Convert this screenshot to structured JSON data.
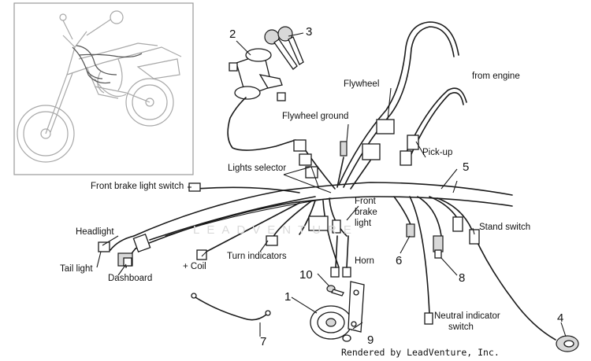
{
  "labels": {
    "flywheel": "Flywheel",
    "from_engine": "from engine",
    "flywheel_ground": "Flywheel ground",
    "pick_up": "Pick-up",
    "lights_selector": "Lights selector",
    "front_brake_light_switch": "Front brake light switch",
    "front_brake_light_1": "Front",
    "front_brake_light_2": "brake",
    "front_brake_light_3": "light",
    "headlight": "Headlight",
    "stand_switch": "Stand switch",
    "coil": "+ Coil",
    "turn_indicators": "Turn indicators",
    "horn": "Horn",
    "tail_light": "Tail light",
    "dashboard": "Dashboard",
    "neutral_indicator_1": "Neutral indicator",
    "neutral_indicator_2": "switch"
  },
  "callouts": {
    "n1": "1",
    "n2": "2",
    "n3": "3",
    "n4": "4",
    "n5": "5",
    "n6": "6",
    "n7": "7",
    "n8": "8",
    "n9": "9",
    "n10": "10"
  },
  "watermark": "LEADVENTURE",
  "credit": "Rendered by LeadVenture, Inc."
}
